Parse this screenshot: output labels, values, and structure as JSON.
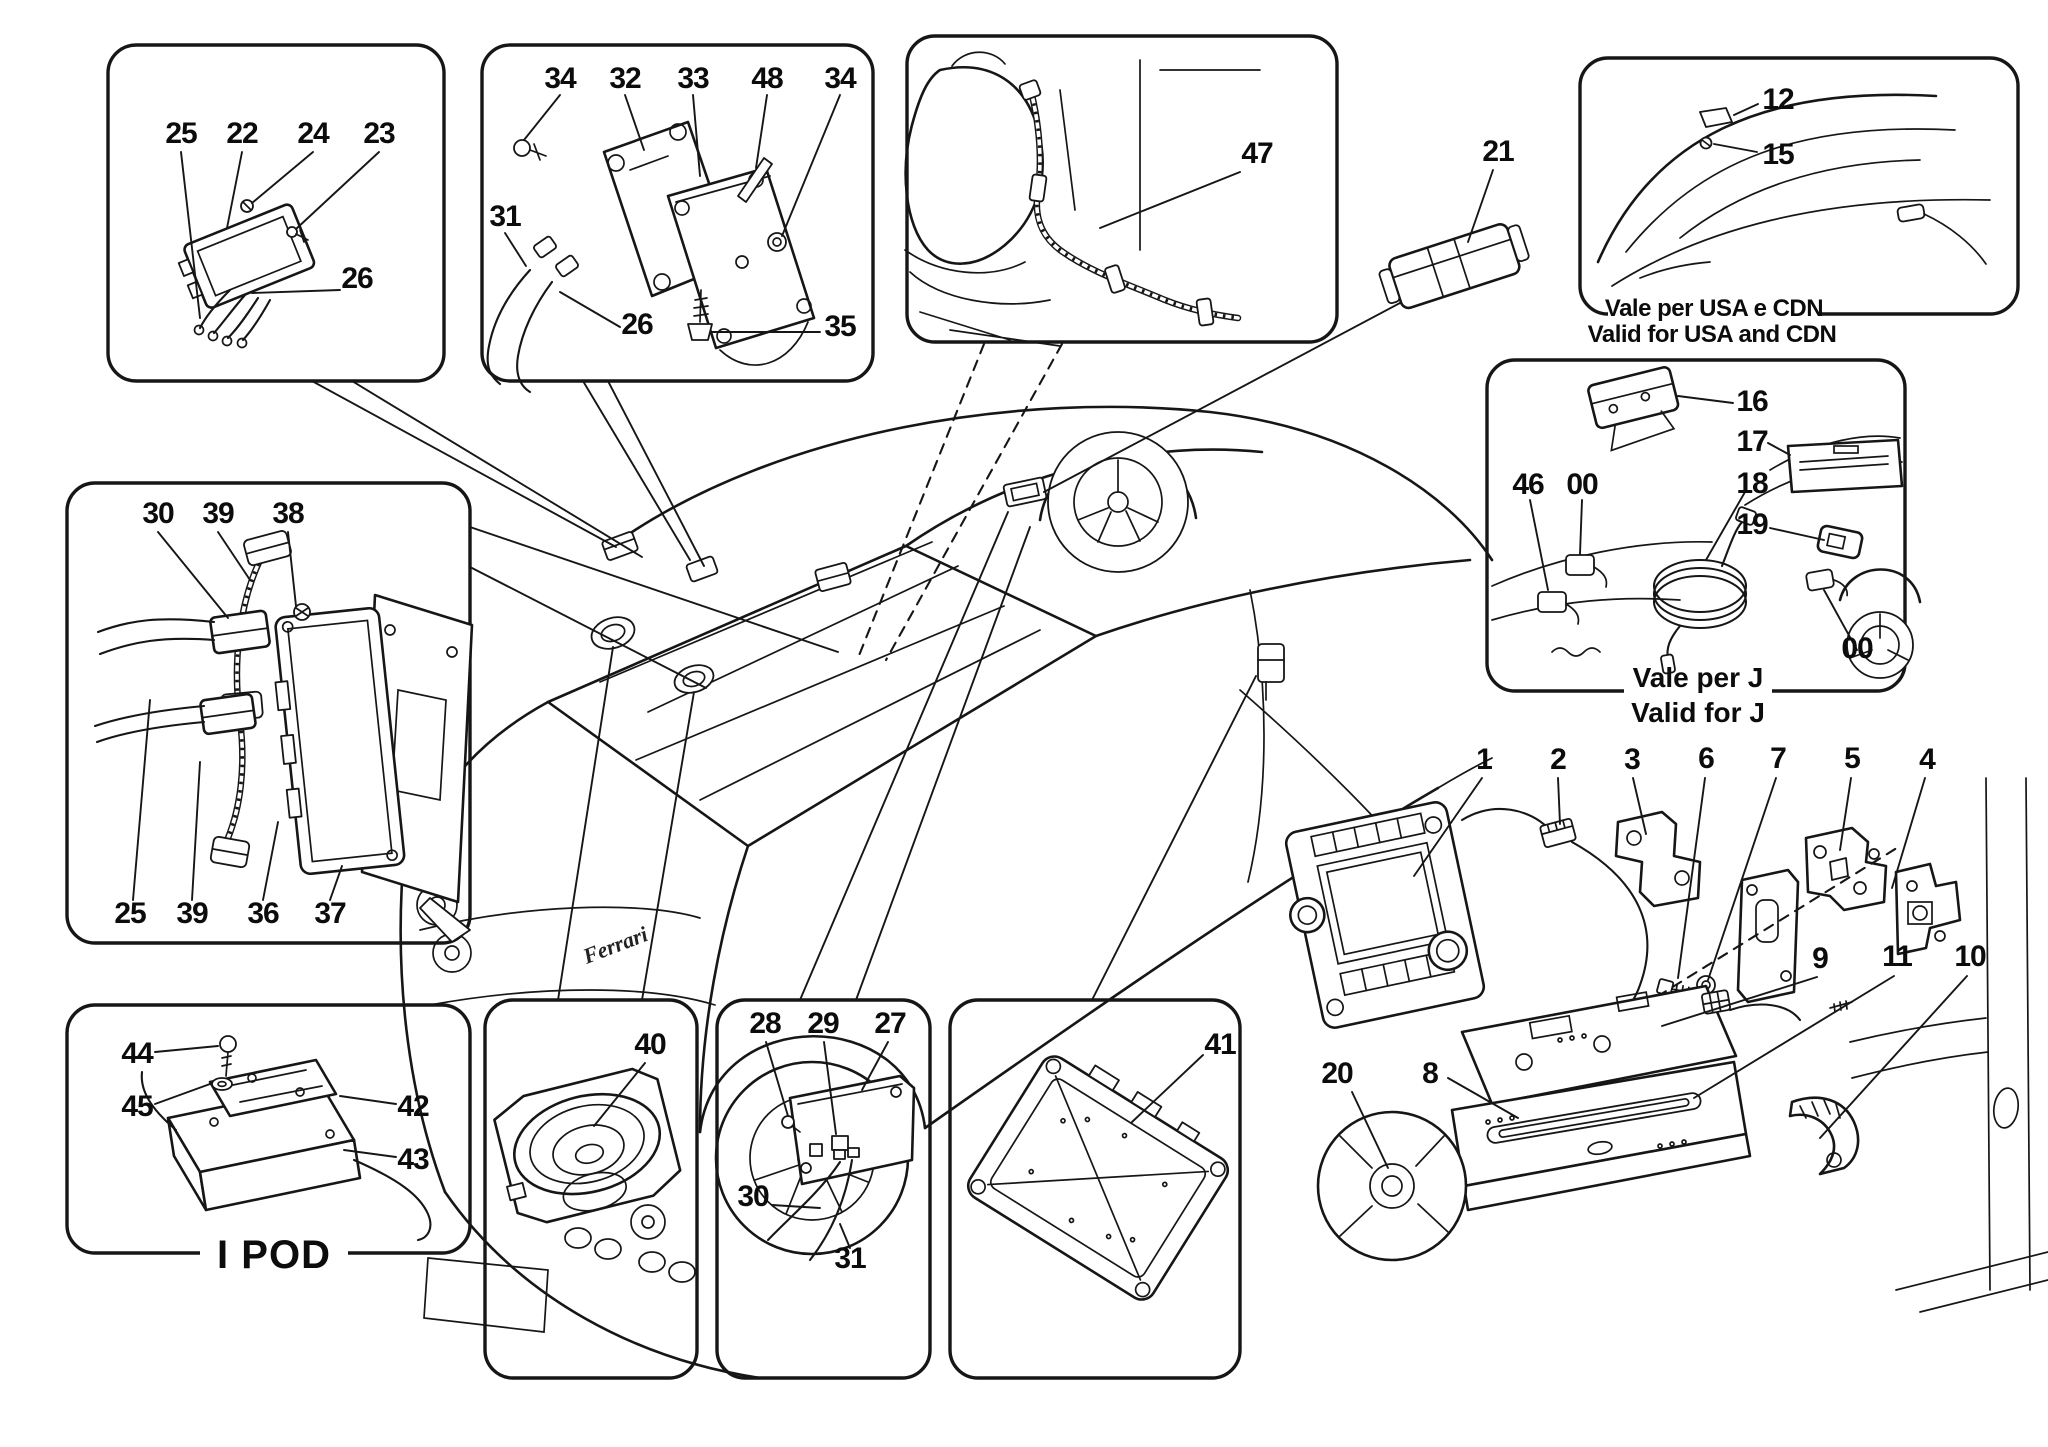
{
  "colors": {
    "ink": "#161616",
    "paper": "#ffffff"
  },
  "captions": {
    "vale_usa_1": "Vale per USA e CDN",
    "vale_usa_2": "Valid for USA and CDN",
    "vale_j_1": "Vale per J",
    "vale_j_2": "Valid for J",
    "ipod": "I POD",
    "badge": "Ferrari"
  },
  "callouts": {
    "b1": [
      "25",
      "22",
      "24",
      "23",
      "26"
    ],
    "b2": [
      "34",
      "32",
      "33",
      "48",
      "34",
      "31",
      "26",
      "35"
    ],
    "b3": [
      "47"
    ],
    "p21": [
      "21"
    ],
    "usa": [
      "12",
      "15"
    ],
    "j": [
      "16",
      "17",
      "18",
      "19",
      "46",
      "00",
      "00"
    ],
    "ecu": [
      "30",
      "39",
      "38",
      "25",
      "39",
      "36",
      "37"
    ],
    "ipod": [
      "44",
      "45",
      "42",
      "43"
    ],
    "spk": [
      "40"
    ],
    "ant": [
      "28",
      "29",
      "27",
      "30",
      "31"
    ],
    "amp": [
      "41"
    ],
    "hu": [
      "1",
      "2",
      "3",
      "6",
      "7",
      "5",
      "4",
      "9",
      "11",
      "10",
      "20",
      "8"
    ]
  }
}
